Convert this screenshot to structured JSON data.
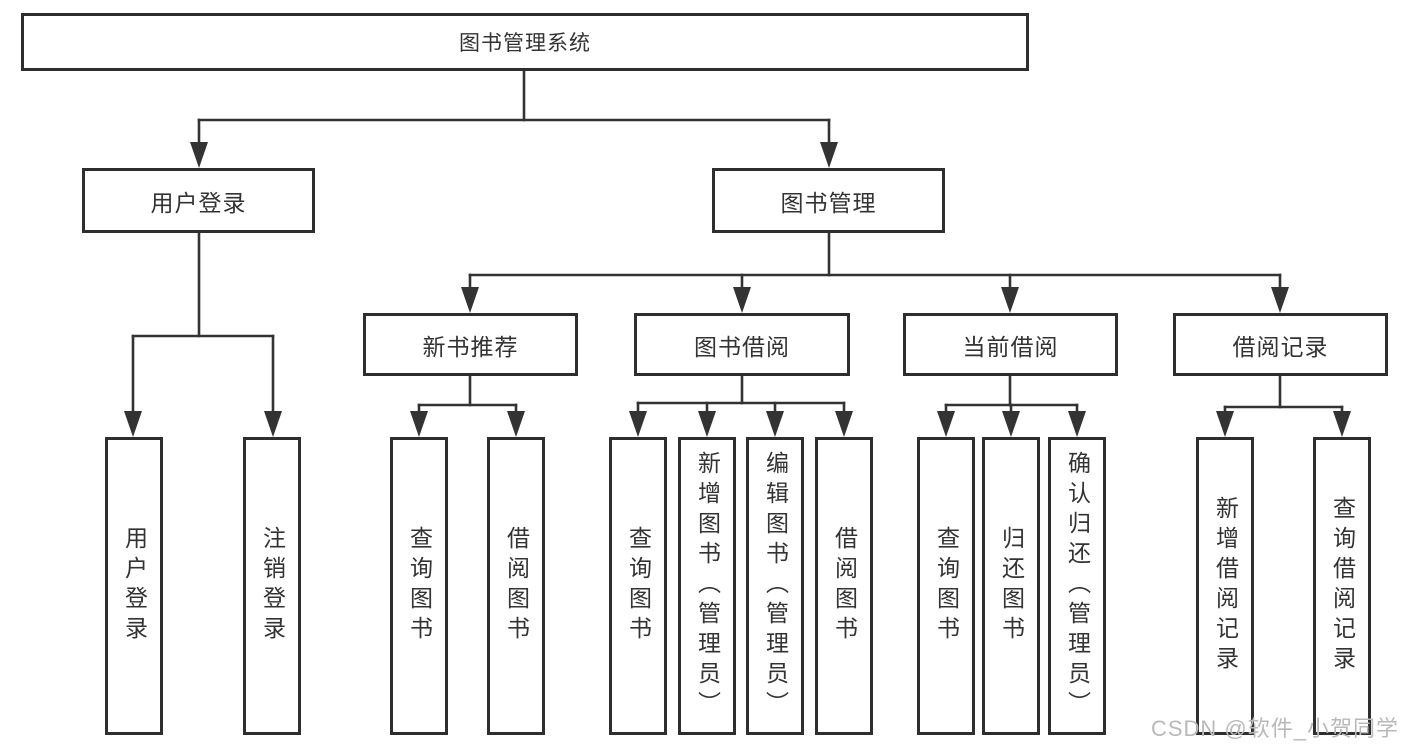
{
  "diagram_title": "图书管理系统",
  "tree": {
    "root": {
      "label": "图书管理系统"
    },
    "level2": {
      "user_login": {
        "label": "用户登录"
      },
      "book_management": {
        "label": "图书管理"
      }
    },
    "level3": {
      "new_book_recommendation": {
        "label": "新书推荐"
      },
      "book_borrowing": {
        "label": "图书借阅"
      },
      "current_borrowing": {
        "label": "当前借阅"
      },
      "borrowing_records": {
        "label": "借阅记录"
      }
    },
    "leaves": {
      "user_login_action": {
        "label": "用户登录"
      },
      "logout_action": {
        "label": "注销登录"
      },
      "nbr_query_books": {
        "label": "查询图书"
      },
      "nbr_borrow_books": {
        "label": "借阅图书"
      },
      "bb_query_books": {
        "label": "查询图书"
      },
      "bb_add_books_admin": {
        "label": "新增图书（管理员）"
      },
      "bb_edit_books_admin": {
        "label": "编辑图书（管理员）"
      },
      "bb_borrow_books": {
        "label": "借阅图书"
      },
      "cb_query_books": {
        "label": "查询图书"
      },
      "cb_return_books": {
        "label": "归还图书"
      },
      "cb_confirm_return_admin": {
        "label": "确认归还（管理员）"
      },
      "br_add_borrow_record": {
        "label": "新增借阅记录"
      },
      "br_query_borrow_record": {
        "label": "查询借阅记录"
      }
    }
  },
  "watermark": {
    "text": "CSDN @软件_小贺同学"
  },
  "colors": {
    "line": "#333333",
    "box_border": "#2e2e2e",
    "box_fill": "#ffffff",
    "text": "#333333",
    "watermark_text": "#b9b9b9",
    "background": "#ffffff"
  }
}
